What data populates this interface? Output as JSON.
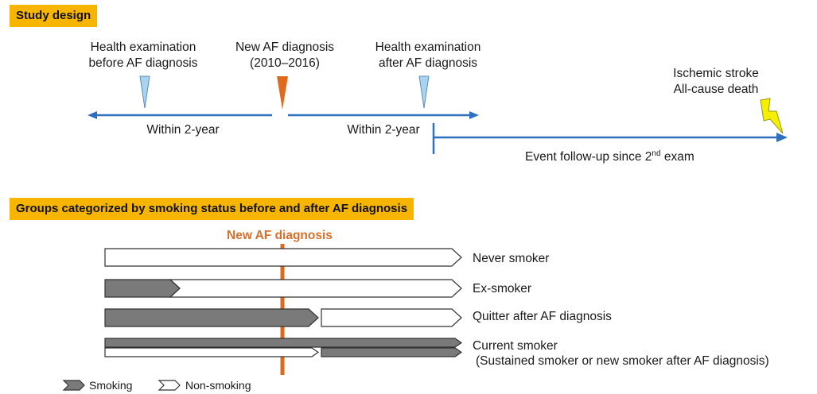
{
  "study_design": {
    "header": "Study design",
    "exam_before": [
      "Health examination",
      "before AF diagnosis"
    ],
    "af_diagnosis": [
      "New AF diagnosis",
      "(2010–2016)"
    ],
    "exam_after": [
      "Health examination",
      "after AF diagnosis"
    ],
    "outcomes": [
      "Ischemic stroke",
      "All-cause death"
    ],
    "within_left": "Within 2-year",
    "within_right": "Within 2-year",
    "followup_main": "Event follow-up since 2",
    "followup_sup": "nd",
    "followup_end": " exam"
  },
  "groups": {
    "header": "Groups categorized by smoking status before and after AF diagnosis",
    "af_line_label": "New AF diagnosis",
    "rows": [
      {
        "label": "Never smoker"
      },
      {
        "label": "Ex-smoker"
      },
      {
        "label": "Quitter after AF diagnosis"
      },
      {
        "label": "Current smoker",
        "sublabel": "(Sustained smoker or new smoker after AF diagnosis)"
      }
    ],
    "legend": {
      "smoking": "Smoking",
      "non_smoking": "Non-smoking"
    }
  },
  "colors": {
    "accent_header": "#f7b500",
    "timeline_blue": "#2e6fc0",
    "af_orange": "#e0691e",
    "exam_marker": "#a9d3ef",
    "smoking_fill": "#7a7a7a",
    "lightning": "#f5f000"
  }
}
